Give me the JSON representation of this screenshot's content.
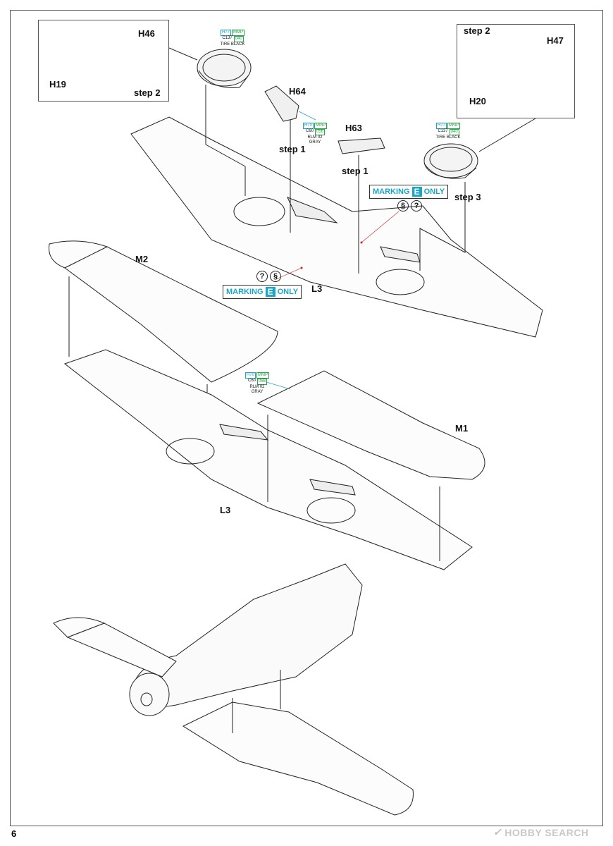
{
  "page_number": "6",
  "watermark": {
    "brand_mark": "✓",
    "text": "HOBBY SEARCH"
  },
  "labels": {
    "h46": "H46",
    "h19": "H19",
    "step2_a": "step 2",
    "h64": "H64",
    "h63": "H63",
    "step1_a": "step 1",
    "step1_b": "step 1",
    "step2_b": "step 2",
    "h47": "H47",
    "h20": "H20",
    "step3": "step 3",
    "l3_top": "L3",
    "m2": "M2",
    "m1": "M1",
    "l3_mid": "L3"
  },
  "paint_callouts": {
    "tire_left": {
      "h": "H77",
      "m": "MMP",
      "c": "C137",
      "n": "040",
      "name": "TIRE BLACK"
    },
    "gray_top": {
      "h": "H70",
      "m": "MMP",
      "c": "C60",
      "n": "056",
      "name": "RLM 02",
      "name2": "GRAY"
    },
    "tire_right": {
      "h": "H77",
      "m": "MMP",
      "c": "C137",
      "n": "040",
      "name": "TIRE BLACK"
    },
    "gray_mid": {
      "h": "H70",
      "m": "MMP",
      "c": "C60",
      "n": "056",
      "name": "RLM 02",
      "name2": "GRAY"
    }
  },
  "marking_notes": {
    "right": {
      "prefix": "MARKING",
      "letter": "E",
      "suffix": "ONLY"
    },
    "left": {
      "prefix": "MARKING",
      "letter": "E",
      "suffix": "ONLY"
    }
  },
  "icons": {
    "question": "?",
    "spring": "§"
  },
  "colors": {
    "cyan": "#1aa6c8",
    "green": "#2aa34a",
    "line": "#222222",
    "red_dot": "#cc2222"
  }
}
